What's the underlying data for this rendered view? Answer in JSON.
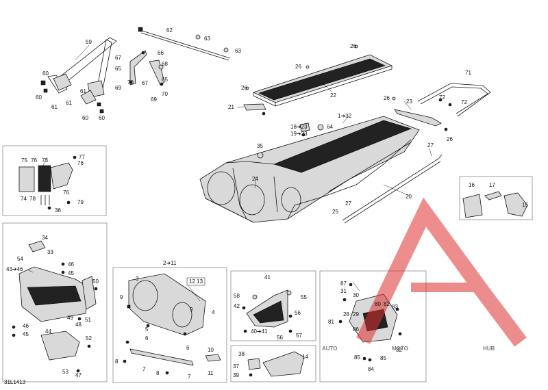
{
  "diagram_code": "31L1413",
  "watermark": {
    "word1": "AUTO",
    "word2": "MOTO",
    "word3": "HUB"
  },
  "callouts": {
    "c1_32": "1➔32",
    "c2_11": "2➔11",
    "c3": "3",
    "c4": "4",
    "c5": "5",
    "c6a": "6",
    "c6b": "6",
    "c7a": "7",
    "c7b": "7",
    "c8a": "8",
    "c8b": "8",
    "c9a": "9",
    "c9b": "9",
    "c10": "10",
    "c11": "11",
    "c12_13": "12 13",
    "c14": "14",
    "c15": "15",
    "c16": "16",
    "c17": "17",
    "c18_23": "18➔23",
    "c19_23": "19➔23",
    "c20": "20",
    "c21": "21",
    "c22": "22",
    "c23": "23",
    "c24": "24",
    "c25": "25",
    "c26a": "26",
    "c26b": "26",
    "c26c": "26",
    "c26d": "26",
    "c26e": "26",
    "c27a": "27",
    "c27b": "27",
    "c28": "28",
    "c29": "29",
    "c30": "30",
    "c31": "31",
    "c32": "32",
    "c33": "33",
    "c34": "34",
    "c35": "35",
    "c36": "36",
    "c37": "37",
    "c38": "38",
    "c39": "39",
    "c40_41": "40➔41",
    "c41": "41",
    "c42": "42",
    "c43_46": "43➔46",
    "c44": "44",
    "c45a": "45",
    "c45b": "45",
    "c46a": "46",
    "c46b": "46",
    "c47": "47",
    "c48": "48",
    "c49": "49",
    "c50": "50",
    "c51": "51",
    "c52": "52",
    "c53": "53",
    "c54": "54",
    "c55": "55",
    "c56a": "56",
    "c56b": "56",
    "c57": "57",
    "c58": "58",
    "c59": "59",
    "c60a": "60",
    "c60b": "60",
    "c60c": "60",
    "c60d": "60",
    "c61a": "61",
    "c61b": "61",
    "c61c": "61",
    "c62": "62",
    "c63a": "63",
    "c63b": "63",
    "c64": "64",
    "c65a": "65",
    "c65b": "65",
    "c66": "66",
    "c67a": "67",
    "c67b": "67",
    "c68": "68",
    "c69a": "69",
    "c69b": "69",
    "c70a": "70",
    "c70b": "70",
    "c71": "71",
    "c72a": "72",
    "c72b": "72",
    "c73": "73",
    "c74": "74",
    "c75": "75",
    "c76a": "76",
    "c76b": "76",
    "c76c": "76",
    "c77": "77",
    "c78": "78",
    "c79": "79",
    "c80": "80",
    "c81": "81",
    "c82": "82",
    "c83": "83",
    "c84": "84",
    "c85a": "85",
    "c85b": "85",
    "c86": "86",
    "c87": "87"
  }
}
